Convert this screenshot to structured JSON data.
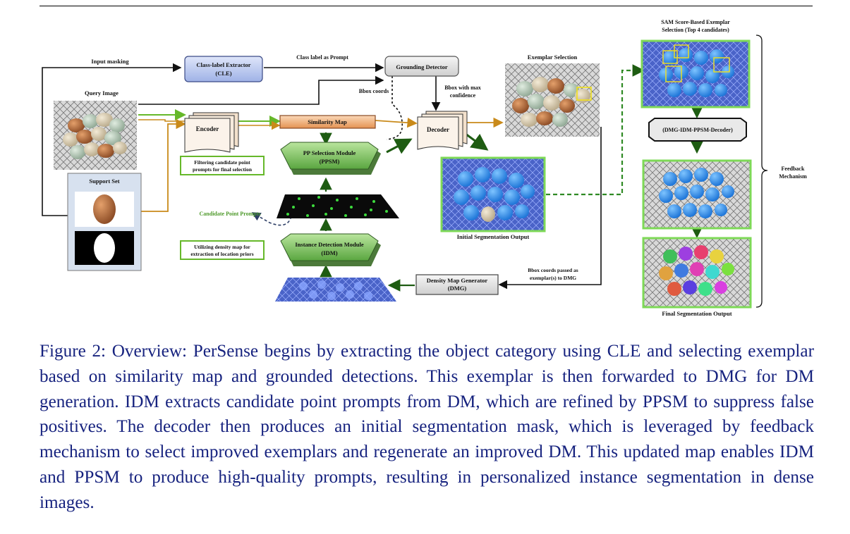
{
  "figure": {
    "labels": {
      "input_masking": "Input masking",
      "cle": [
        "Class-label Extractor",
        "(CLE)"
      ],
      "class_label_prompt": "Class label as Prompt",
      "grounding_detector": "Grounding Detector",
      "query_image": "Query Image",
      "bbox_coords": "Bbox coords",
      "bbox_max_conf": [
        "Bbox with max",
        "confidence"
      ],
      "encoder": "Encoder",
      "similarity_map": "Similarity Map",
      "decoder": "Decoder",
      "exemplar_selection": "Exemplar Selection",
      "sam_score": [
        "SAM Score-Based Exemplar",
        "Selection (Top 4 candidates)"
      ],
      "feedback_decoder": "(DMG-IDM-PPSM-Decoder)",
      "feedback_mechanism": [
        "Feedback",
        "Mechanism"
      ],
      "ppsm": [
        "PP Selection Module",
        "(PPSM)"
      ],
      "filtering_note": [
        "Filtering candidate point",
        "prompts for final selection"
      ],
      "support_set": "Support Set",
      "candidate_point_prompts": "Candidate Point Prompts",
      "idm": [
        "Instance Detection Module",
        "(IDM)"
      ],
      "density_note": [
        "Utilizing density map for",
        "extraction of location priors"
      ],
      "initial_output": "Initial Segmentation Output",
      "dmg": [
        "Density Map Generator",
        "(DMG)"
      ],
      "bbox_passed": [
        "Bbox coords passed as",
        "exemplar(s) to DMG"
      ],
      "final_output": "Final Segmentation Output"
    }
  },
  "caption": {
    "text": "Figure 2: Overview: PerSense begins by extracting the object category using CLE and selecting exemplar based on similarity map and grounded detections. This exemplar is then forwarded to DMG for DM generation. IDM extracts candidate point prompts from DM, which are refined by PPSM to suppress false positives. The decoder then produces an initial segmentation mask, which is leveraged by feedback mechanism to select improved exemplars and regenerate an improved DM. This updated map enables IDM and PPSM to produce high-quality prompts, resulting in personalized instance segmentation in dense images."
  }
}
